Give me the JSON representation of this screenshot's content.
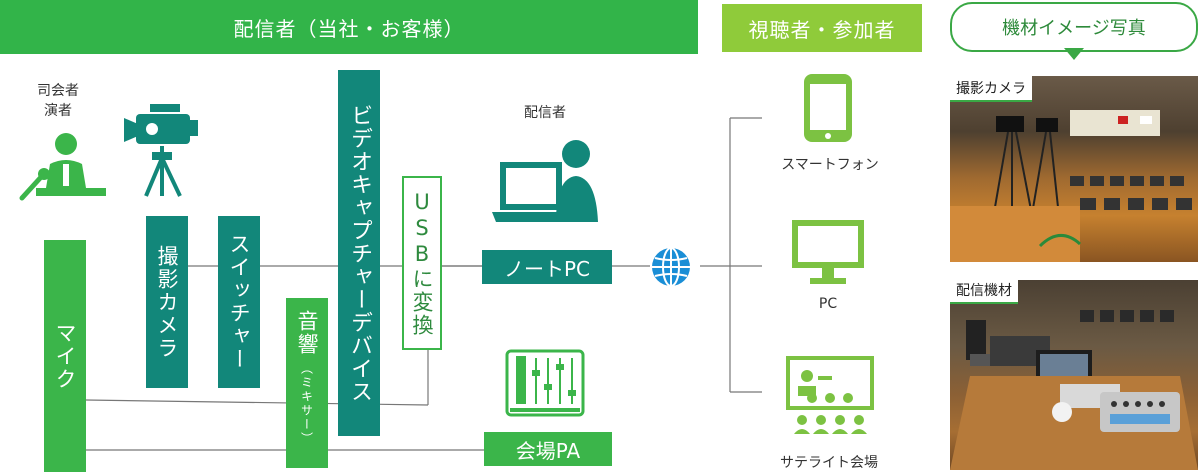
{
  "header": {
    "broadcaster": "配信者（当社・お客様）",
    "viewer": "視聴者・参加者",
    "equipment": "機材イメージ写真"
  },
  "people": {
    "mc_line1": "司会者",
    "mc_line2": "演者",
    "distributor": "配信者"
  },
  "blocks": {
    "mic": "マイク",
    "camera": "撮影カメラ",
    "switcher": "スイッチャー",
    "mixer_main": "音響",
    "mixer_sub": "（ミキサー）",
    "capture": "ビデオキャプチャーデバイス",
    "usb": "USBに変換",
    "notepc": "ノートPC",
    "venue_pa": "会場PA"
  },
  "viewers": {
    "smartphone": "スマートフォン",
    "pc": "PC",
    "satellite": "サテライト会場"
  },
  "photos": {
    "camera_label": "撮影カメラ",
    "equipment_label": "配信機材"
  },
  "colors": {
    "header_green": "#32b449",
    "viewer_header": "#8fcb3a",
    "teal": "#12877a",
    "green": "#3bb54a",
    "icon_lime": "#7cc242",
    "globe_blue": "#1a8ed6"
  }
}
